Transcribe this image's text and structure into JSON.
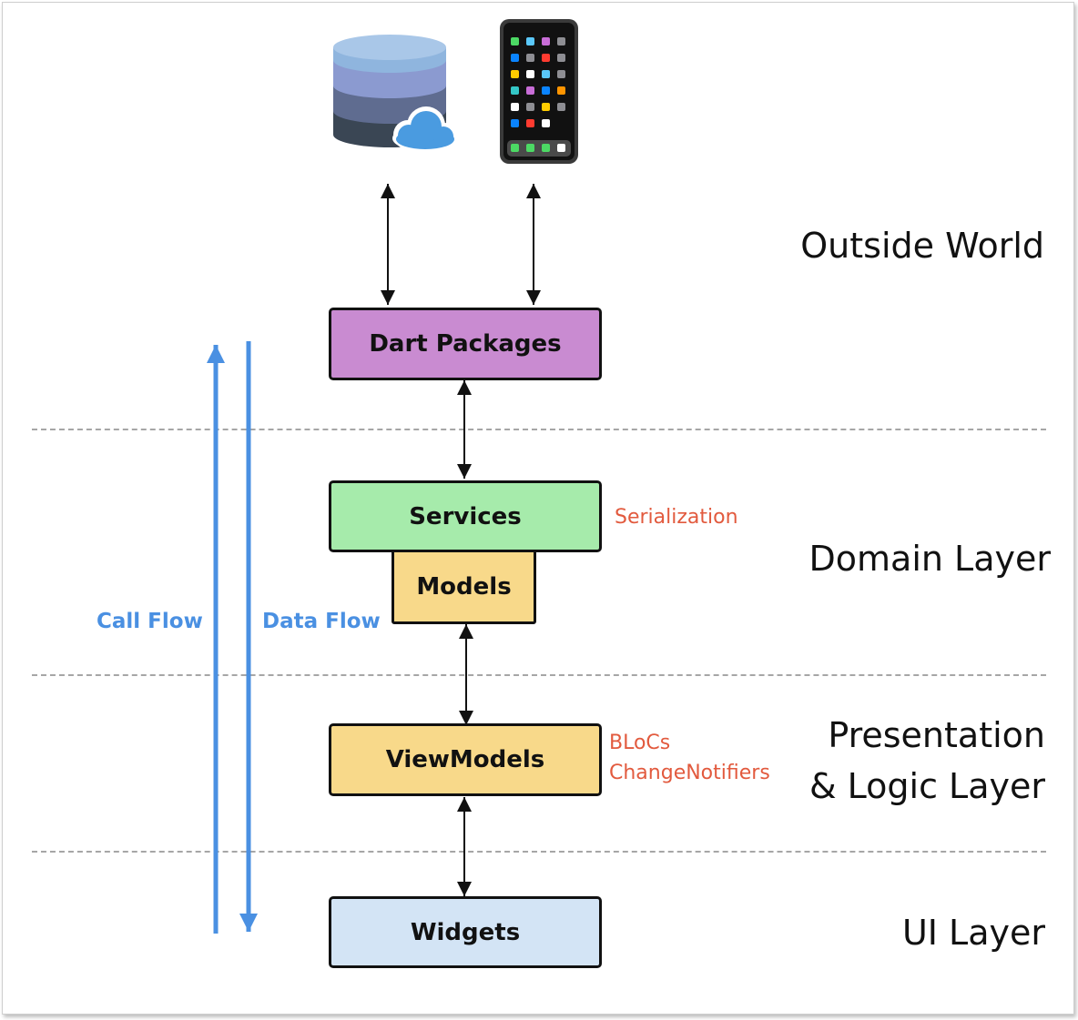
{
  "layers": {
    "outside_world": "Outside World",
    "domain": "Domain Layer",
    "presentation_line1": "Presentation",
    "presentation_line2": "& Logic Layer",
    "ui": "UI Layer"
  },
  "boxes": {
    "dart_packages": "Dart Packages",
    "services": "Services",
    "models": "Models",
    "viewmodels": "ViewModels",
    "widgets": "Widgets"
  },
  "notes": {
    "serialization": "Serialization",
    "blocs": "BLoCs",
    "change_notifiers": "ChangeNotifiers"
  },
  "flows": {
    "call_flow": "Call Flow",
    "data_flow": "Data Flow"
  },
  "colors": {
    "dart_packages": "#c98bd1",
    "services": "#a6ebab",
    "models": "#f8d98a",
    "viewmodels": "#f8d98a",
    "widgets": "#d3e4f5",
    "flow_arrows": "#4a90e2",
    "notes": "#e25a3e"
  },
  "icons": [
    "cloud-database-icon",
    "mobile-phone-icon"
  ]
}
